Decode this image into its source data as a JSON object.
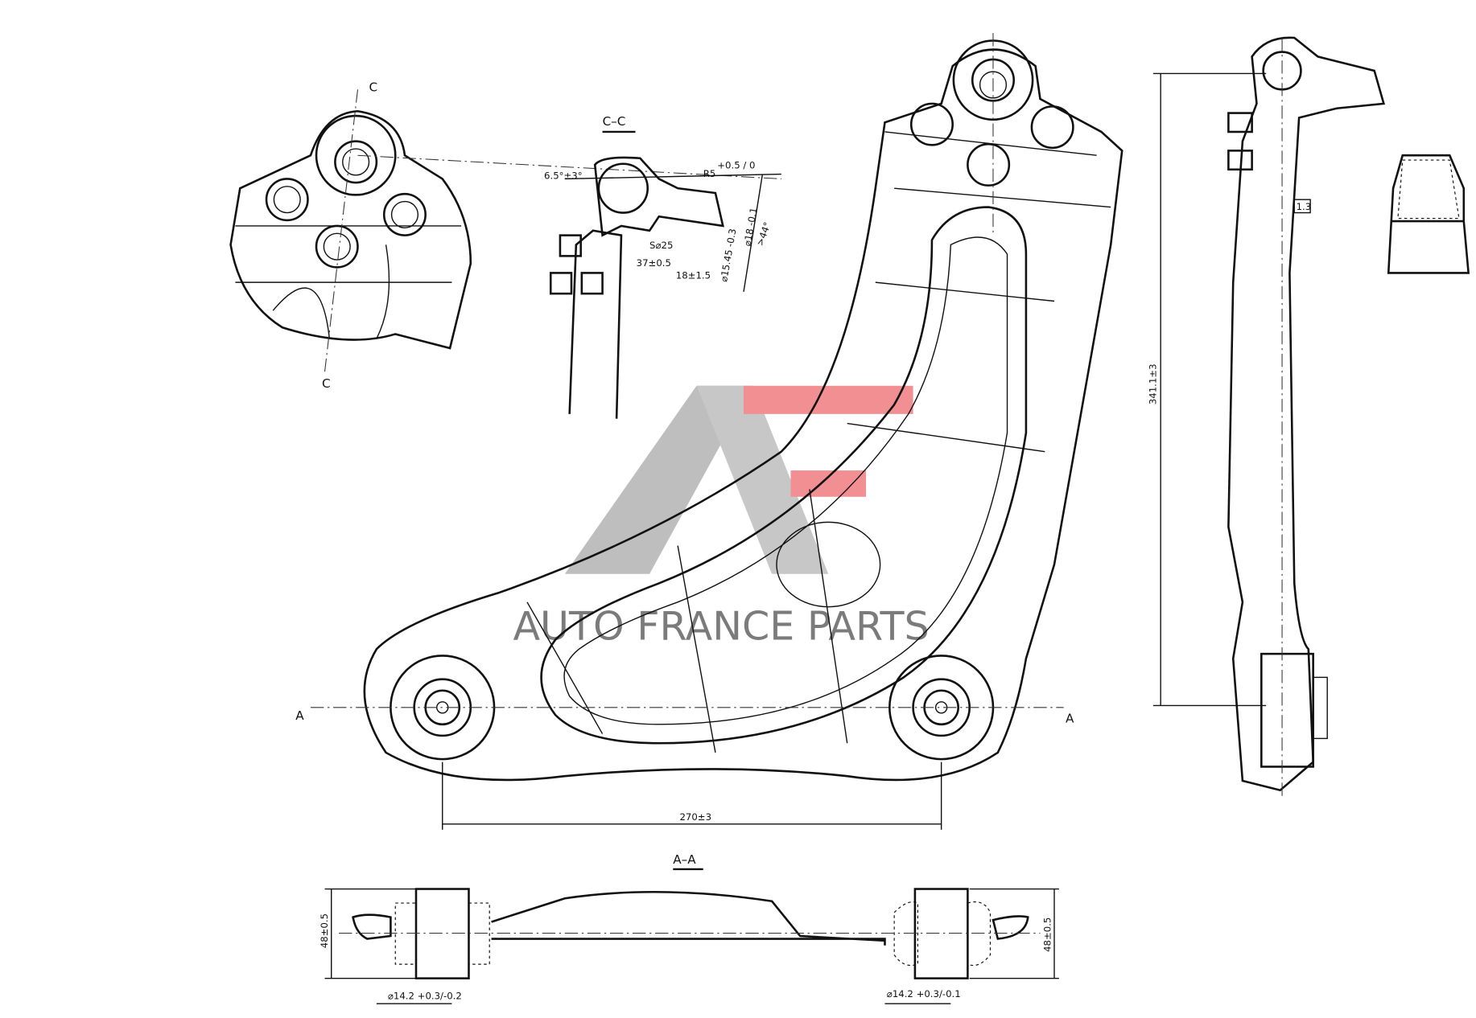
{
  "watermark": {
    "text": "AUTO FRANCE PARTS",
    "gray": "#8a8a8a",
    "red": "#e8343a"
  },
  "section_cc": {
    "title": "C–C",
    "cut_label_top": "C",
    "cut_label_bottom": "C",
    "angle": "6.5°±3°",
    "radius": "R5",
    "radius_tol": "+0.5 / 0",
    "sphere": "S⌀25",
    "length_1": "37±0.5",
    "length_2": "18±1.5",
    "dia_1": "⌀18 -0.1",
    "dia_2": "⌀15.45 -0.3",
    "cone_angle": ">44°"
  },
  "main_view": {
    "cut_label_left": "A",
    "cut_label_right": "A",
    "width_dim": "270±3"
  },
  "side_view": {
    "height_dim": "341.1±3",
    "gap_dim": "1.3"
  },
  "section_aa": {
    "title": "A–A",
    "height_left": "48±0.5",
    "height_right": "48±0.5",
    "bore_left": "⌀14.2 +0.3/-0.2",
    "bore_right": "⌀14.2 +0.3/-0.1"
  }
}
